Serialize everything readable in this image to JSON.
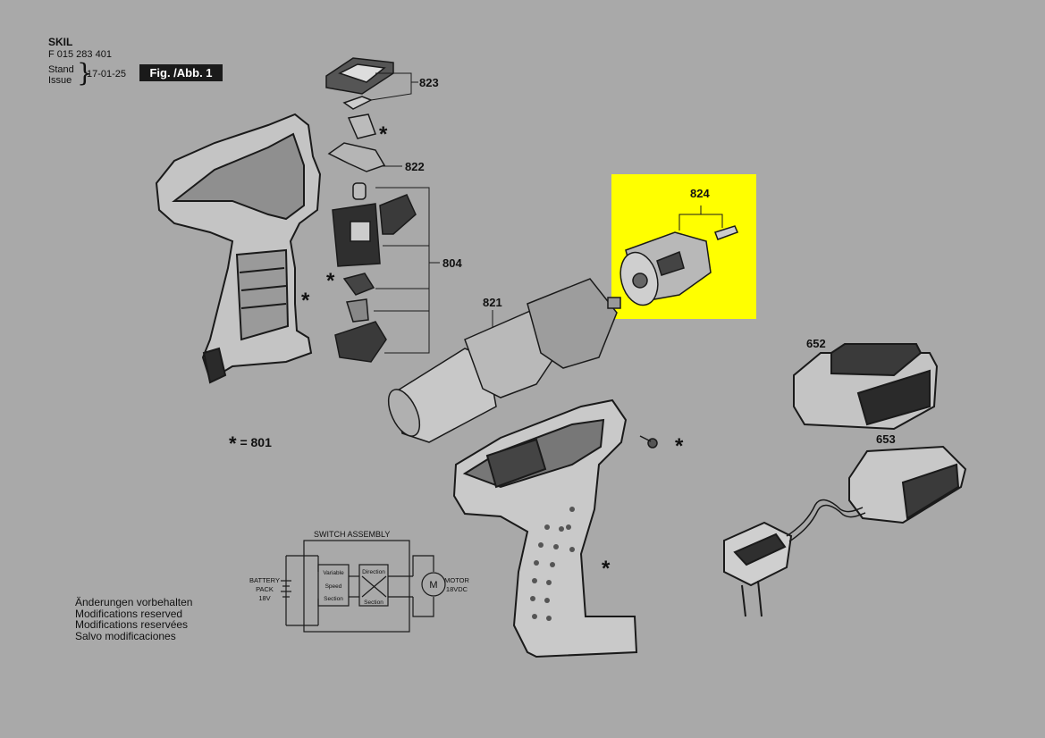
{
  "header": {
    "brand": "SKIL",
    "doc_number": "F 015 283 401",
    "stand_label": "Stand",
    "issue_label": "Issue",
    "date": "17-01-25",
    "figure_label": "Fig. /Abb. 1"
  },
  "legend": {
    "symbol": "*",
    "text": "= 801"
  },
  "modifications": [
    "Änderungen vorbehalten",
    "Modifications reserved",
    "Modifications reservées",
    "Salvo modificaciones"
  ],
  "part_numbers": {
    "p823": "823",
    "p822": "822",
    "p804": "804",
    "p821": "821",
    "p824": "824",
    "p652": "652",
    "p653": "653"
  },
  "star_symbol": "*",
  "schematic": {
    "title": "SWITCH ASSEMBLY",
    "battery_line1": "BATTERY",
    "battery_line2": "PACK",
    "battery_line3": "18V",
    "variable_line1": "Variable",
    "variable_line2": "Speed",
    "variable_line3": "Section",
    "direction_line1": "Direction",
    "direction_line2": "Section",
    "motor_line1": "MOTOR",
    "motor_line2": "18VDC"
  },
  "colors": {
    "background": "#a9a9a9",
    "highlight": "#ffff00",
    "line": "#1a1a1a",
    "part_fill": "#c8c8c8",
    "dark_part": "#3a3a3a"
  }
}
